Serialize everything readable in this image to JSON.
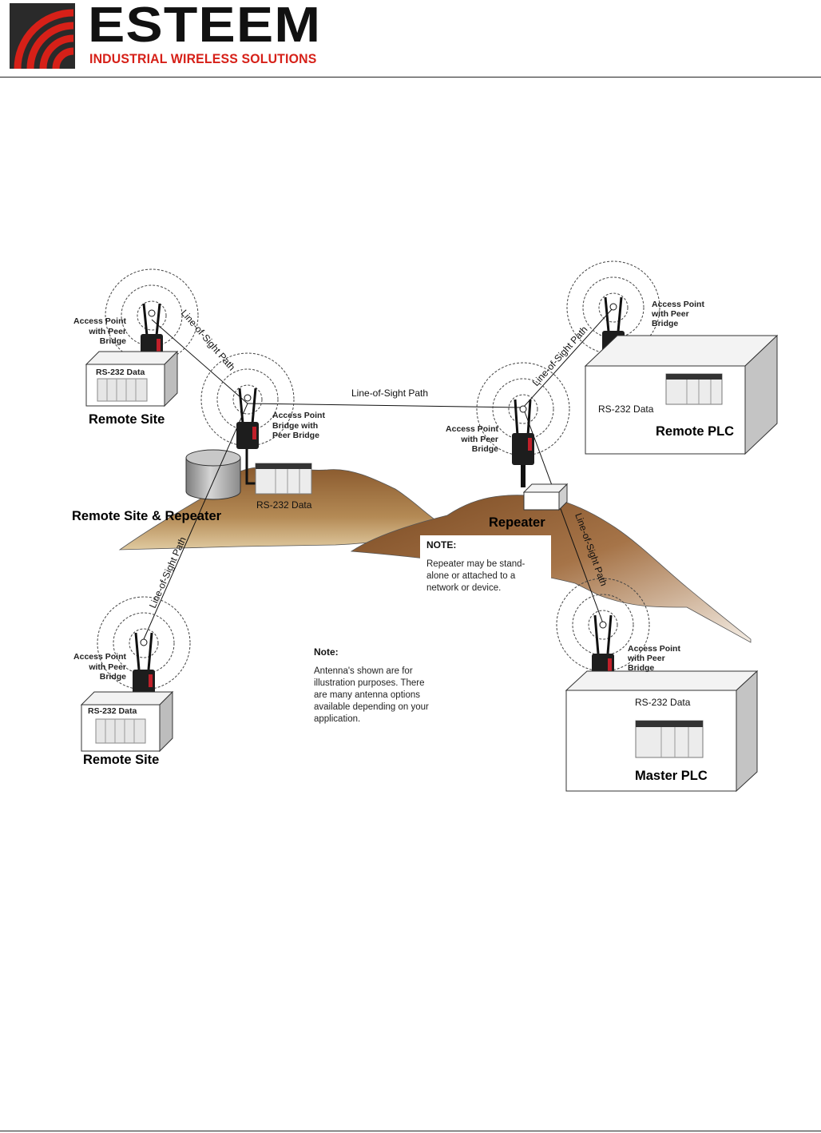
{
  "header": {
    "brand_name": "ESTEEM",
    "tagline": "INDUSTRIAL WIRELESS SOLUTIONS",
    "brand_color": "#d62018"
  },
  "diagram": {
    "remote_site_top": {
      "device_label": [
        "Access Point",
        "with Peer",
        "Bridge"
      ],
      "data_label": "RS-232 Data",
      "site_label": "Remote Site"
    },
    "remote_repeater": {
      "device_label": [
        "Access Point",
        "Bridge with",
        "Peer Bridge"
      ],
      "data_label": "RS-232  Data",
      "site_label": "Remote Site & Repeater"
    },
    "remote_site_bottom": {
      "device_label": [
        "Access Point",
        "with Peer",
        "Bridge"
      ],
      "data_label": "RS-232 Data",
      "site_label": "Remote Site"
    },
    "repeater": {
      "device_label": [
        "Access Point",
        "with Peer",
        "Bridge"
      ],
      "site_label": "Repeater",
      "note_title": "NOTE:",
      "note_lines": [
        "Repeater may be stand-",
        "alone or attached to a",
        "network or device."
      ]
    },
    "remote_plc": {
      "device_label": [
        "Access Point",
        "with Peer",
        "Bridge"
      ],
      "data_label": "RS-232  Data",
      "site_label": "Remote PLC"
    },
    "master_plc": {
      "device_label": [
        "Access Point",
        "with Peer",
        "Bridge"
      ],
      "data_label": "RS-232  Data",
      "site_label": "Master PLC"
    },
    "paths": {
      "top_left": "Line-of-Sight  Path",
      "center": "Line-of-Sight  Path",
      "top_right": "Line-of-Sight  Path",
      "left_down": "Line-of-Sight  Path",
      "right_down": "Line-of-Sight  Path"
    },
    "general_note": {
      "title": "Note:",
      "lines": [
        "Antenna's shown are for",
        "illustration purposes.  There",
        "are many antenna options",
        "available  depending  on your",
        "application."
      ]
    }
  }
}
